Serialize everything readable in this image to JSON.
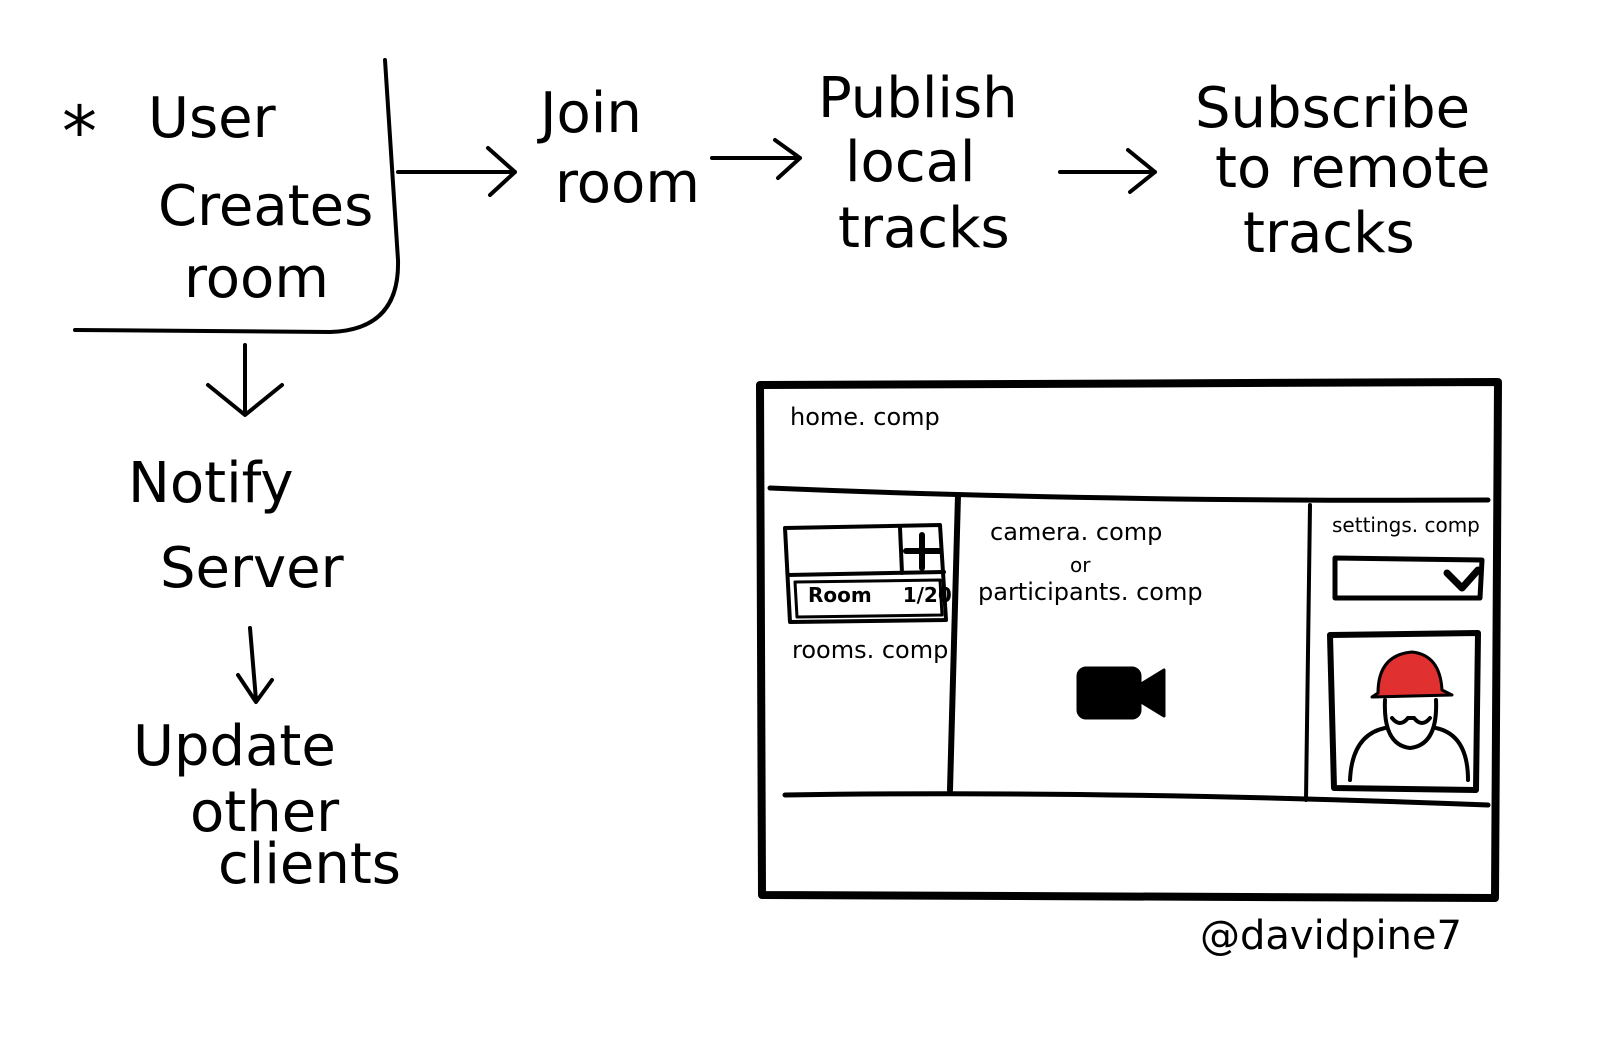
{
  "flow": {
    "marker": "*",
    "start": [
      "User",
      "Creates",
      "room"
    ],
    "join": [
      "Join",
      "room"
    ],
    "publish": [
      "Publish",
      "local",
      "tracks"
    ],
    "subscribe": [
      "Subscribe",
      "to remote",
      "tracks"
    ],
    "notify": [
      "Notify",
      "Server"
    ],
    "update": [
      "Update",
      "other",
      "clients"
    ]
  },
  "wireframe": {
    "home_label": "home. comp",
    "rooms_label": "rooms. comp",
    "room_button": "Room",
    "room_count": "1/20",
    "add_symbol": "+",
    "camera_label": "camera. comp",
    "or_label": "or",
    "participants_label": "participants. comp",
    "settings_label": "settings. comp",
    "camera_icon": "video-camera-icon",
    "avatar_accent": "#e03030"
  },
  "signature": "@davidpine7"
}
